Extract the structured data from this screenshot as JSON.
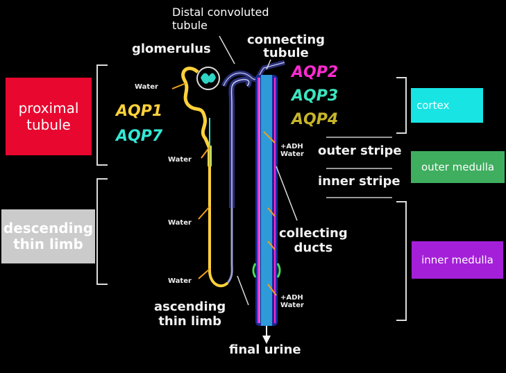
{
  "title": {
    "line1": "Distal convoluted",
    "line2": "tubule"
  },
  "labels": {
    "glomerulus": "glomerulus",
    "connecting_1": "connecting",
    "connecting_2": "tubule",
    "outer_stripe": "outer stripe",
    "inner_stripe": "inner stripe",
    "collecting_1": "collecting",
    "collecting_2": "ducts",
    "ascending_1": "ascending",
    "ascending_2": "thin limb",
    "final_urine": "final urine",
    "water": "Water",
    "adh": "+ADH",
    "adh_water": "Water"
  },
  "aquaporins": {
    "aqp1": "AQP1",
    "aqp7": "AQP7",
    "aqp2": "AQP2",
    "aqp3": "AQP3",
    "aqp4": "AQP4"
  },
  "segments": {
    "proximal_1": "proximal",
    "proximal_2": "tubule",
    "descending_1": "descending",
    "descending_2": "thin limb"
  },
  "zones": {
    "cortex": "cortex",
    "outer_medulla": "outer medulla",
    "inner_medulla": "inner medulla"
  },
  "colors": {
    "proximal_bg": "#e8072f",
    "descending_bg": "#cbcbcb",
    "cortex_bg": "#19e4e4",
    "outer_medulla_bg": "#3fae5f",
    "inner_medulla_bg": "#a420d8",
    "aqp1": "#ffd23a",
    "aqp7": "#34e8d4",
    "aqp2": "#ff2bd1",
    "aqp3": "#3be6c0",
    "aqp4": "#c6b52a"
  }
}
